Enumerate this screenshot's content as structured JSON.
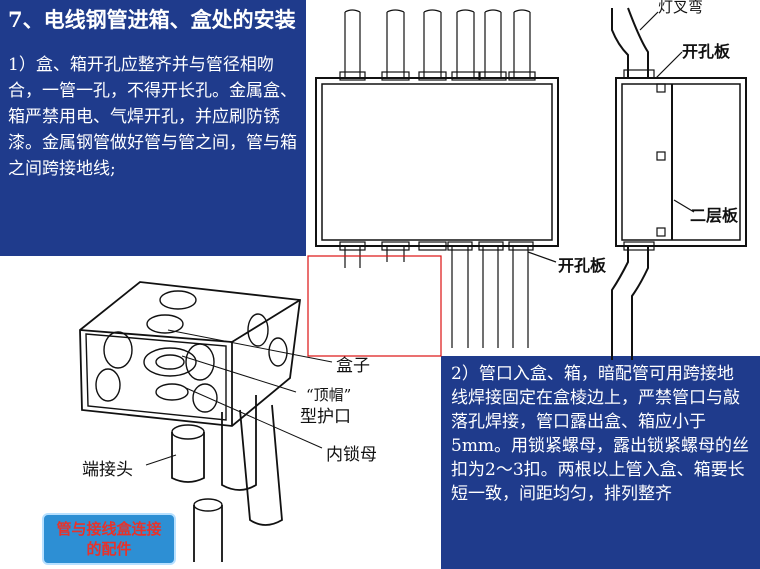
{
  "slide": {
    "title": "7、电线钢管进箱、盒处的安装",
    "point1": "1）盒、箱开孔应整齐并与管径相吻合，一管一孔，不得开长孔。金属盒、箱严禁用电、气焊开孔，并应刷防锈漆。金属钢管做好管与管之间，管与箱之间跨接地线;",
    "point2": "2）管口入盒、箱，暗配管可用跨接地线焊接固定在盒棱边上，严禁管口与敲落孔焊接，管口露出盒、箱应小于5mm。用锁紧螺母，露出锁紧螺母的丝扣为2～3扣。两根以上管入盒、箱要长短一致，间距均匀，排列整齐"
  },
  "diagram": {
    "labels": {
      "lamp_bend": "灯叉弯",
      "knockout_plate_top": "开孔板",
      "second_plate": "二层板",
      "knockout_plate_bottom": "开孔板",
      "box": "盒子",
      "top_cap_guard_1": "“顶帽”",
      "top_cap_guard_2": "型护口",
      "inner_lock_nut": "内锁母",
      "end_connector": "端接头"
    },
    "caption": "管与接线盒连接的配件"
  },
  "colors": {
    "panel_bg": "#1f3b8c",
    "caption_bg": "#2d8fd4",
    "caption_text": "#e8322a"
  }
}
